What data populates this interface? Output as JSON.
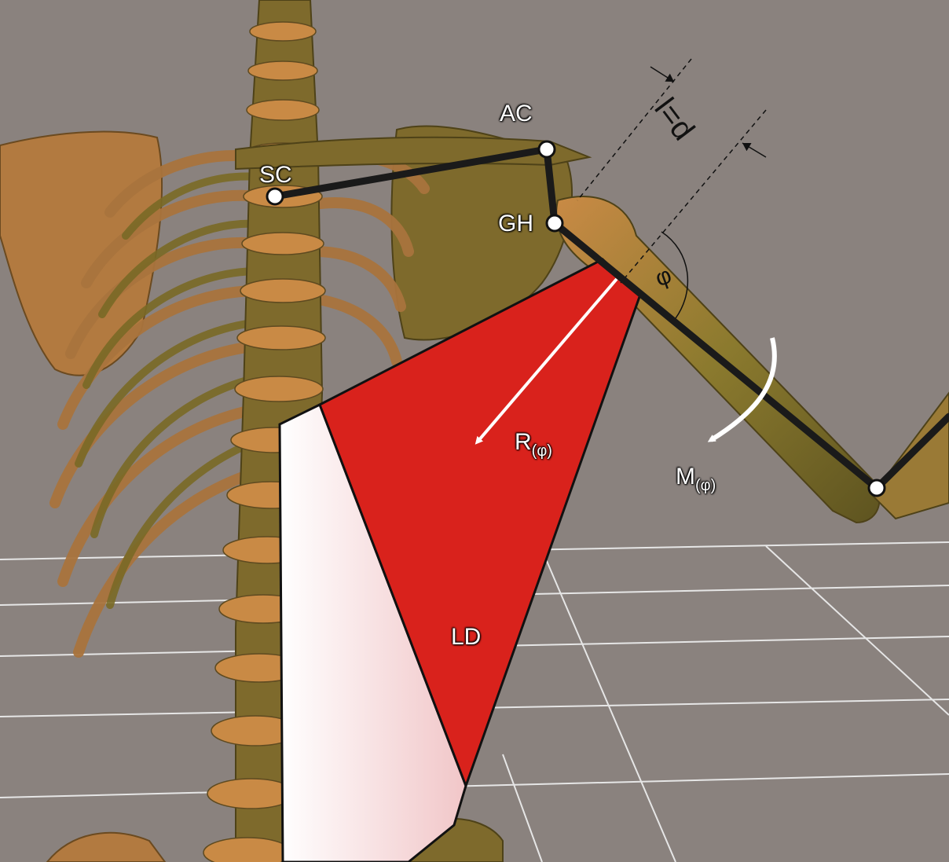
{
  "labels": {
    "sc": "SC",
    "ac": "AC",
    "gh": "GH",
    "distance": "l=d",
    "angle": "φ",
    "force": "R",
    "force_sub": "(φ)",
    "moment": "M",
    "moment_sub": "(φ)",
    "muscle": "LD"
  },
  "colors": {
    "background": "#8a827e",
    "bone": "#8b7a2e",
    "bone_highlight": "#c98a45",
    "muscle_red": "#d9221c",
    "muscle_faded": "#f4d2d2",
    "linkage": "#1a1a1a",
    "floor_grid": "#e8e8e8"
  },
  "icons": [
    "skeleton-illustration",
    "joint-marker",
    "force-arrow",
    "moment-arrow"
  ]
}
